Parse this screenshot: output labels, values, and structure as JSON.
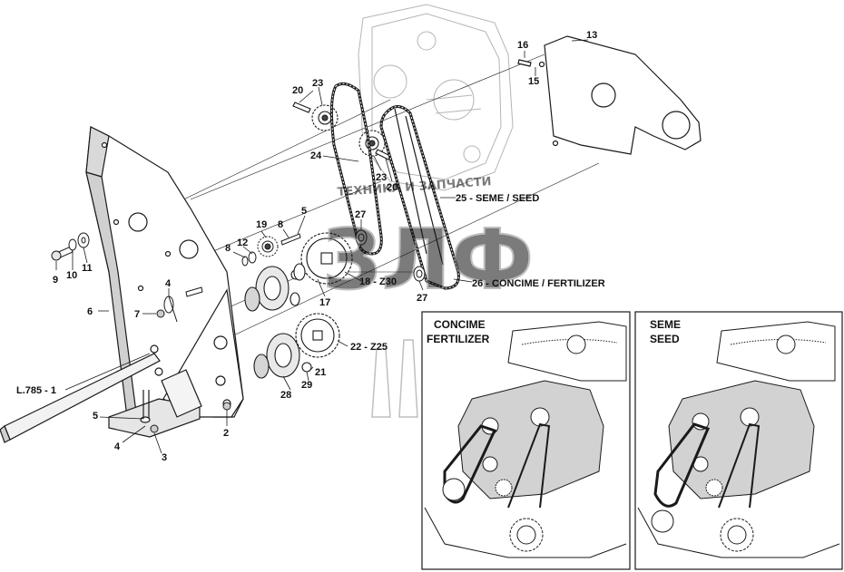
{
  "callouts": {
    "c1": "L.785 - 1",
    "c2": "2",
    "c3": "3",
    "c4a": "4",
    "c4b": "4",
    "c5a": "5",
    "c5b": "5",
    "c6": "6",
    "c7": "7",
    "c8a": "8",
    "c8b": "8",
    "c9": "9",
    "c10": "10",
    "c11": "11",
    "c12": "12",
    "c13": "13",
    "c15": "15",
    "c16": "16",
    "c17": "17",
    "c18": "18 - Z30",
    "c19": "19",
    "c20a": "20",
    "c20b": "20",
    "c21": "21",
    "c22": "22 - Z25",
    "c23a": "23",
    "c23b": "23",
    "c24": "24",
    "c25": "25 - SEME / SEED",
    "c26": "26 - CONCIME / FERTILIZER",
    "c27a": "27",
    "c27b": "27",
    "c28": "28",
    "c29": "29"
  },
  "panels": {
    "left": {
      "title_line1": "CONCIME",
      "title_line2": "FERTILIZER"
    },
    "right": {
      "title_line1": "SEME",
      "title_line2": "SEED"
    }
  },
  "watermark": {
    "text": "ТЕХНИКА И ЗАПЧАСТИ",
    "letters": "ЗЛФ"
  },
  "colors": {
    "line": "#1a1a1a",
    "shade": "#c9c9c9",
    "watermark": "#9a9a9a"
  }
}
